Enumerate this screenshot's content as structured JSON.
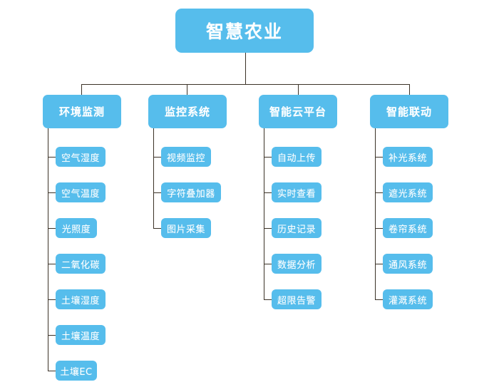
{
  "diagram": {
    "type": "organization-tree",
    "title": "智慧农业",
    "colors": {
      "node_fill": "#56bdec",
      "node_text": "#ffffff",
      "connector": "#3b3227",
      "background": "#ffffff"
    },
    "root": {
      "label": "智慧农业"
    },
    "branches": [
      {
        "label": "环境监测",
        "children": [
          {
            "label": "空气湿度"
          },
          {
            "label": "空气温度"
          },
          {
            "label": "光照度"
          },
          {
            "label": "二氧化碳"
          },
          {
            "label": "土壤湿度"
          },
          {
            "label": "土壤温度"
          },
          {
            "label": "土壤EC"
          }
        ]
      },
      {
        "label": "监控系统",
        "children": [
          {
            "label": "视频监控"
          },
          {
            "label": "字符叠加器"
          },
          {
            "label": "图片采集"
          }
        ]
      },
      {
        "label": "智能云平台",
        "children": [
          {
            "label": "自动上传"
          },
          {
            "label": "实时查看"
          },
          {
            "label": "历史记录"
          },
          {
            "label": "数据分析"
          },
          {
            "label": "超限告警"
          }
        ]
      },
      {
        "label": "智能联动",
        "children": [
          {
            "label": "补光系统"
          },
          {
            "label": "遮光系统"
          },
          {
            "label": "卷帘系统"
          },
          {
            "label": "通风系统"
          },
          {
            "label": "灌溉系统"
          }
        ]
      }
    ]
  }
}
